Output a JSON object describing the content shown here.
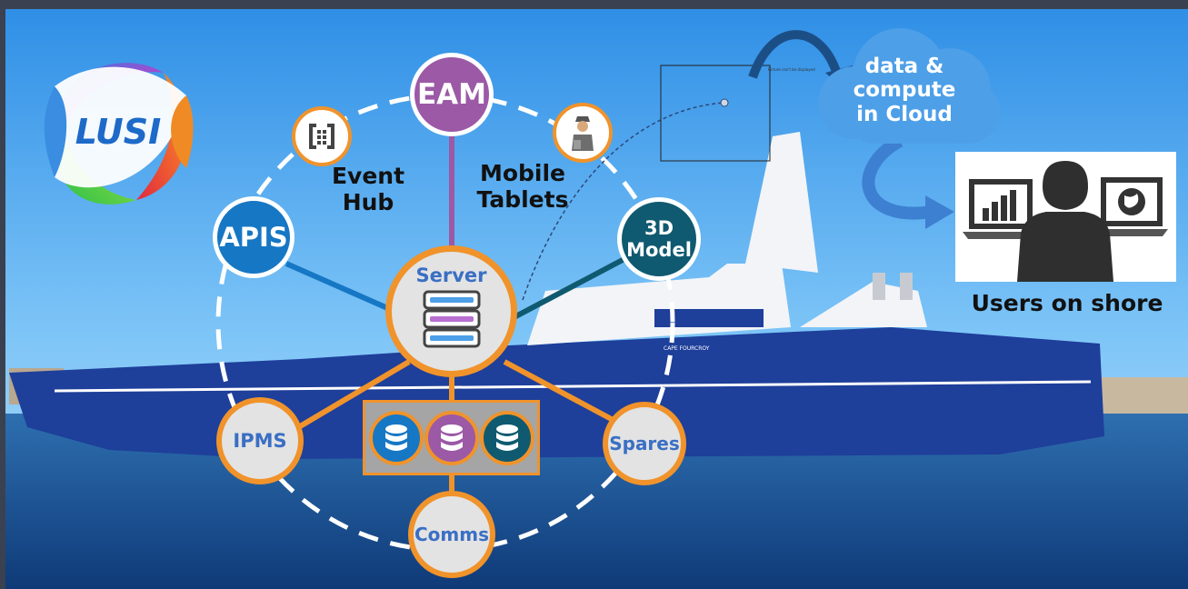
{
  "logo": {
    "text": "LUSI"
  },
  "nodes": {
    "eam": "EAM",
    "apis": "APIS",
    "model": "3D\nModel",
    "server": "Server",
    "ipms": "IPMS",
    "spares": "Spares",
    "comms": "Comms"
  },
  "labels": {
    "event_hub": "Event\nHub",
    "mobile_tablets": "Mobile\nTablets"
  },
  "cloud": {
    "text": "data &\ncompute\nin Cloud"
  },
  "users": {
    "caption": "Users on shore"
  },
  "ship": {
    "name_plate": "CAPE FOURCROY"
  },
  "placeholder": {
    "text": "Picture can't be displayed"
  },
  "colors": {
    "eam": "#9b59a6",
    "apis": "#1677c4",
    "model": "#0f5a70",
    "orange": "#f0932b",
    "server_bg": "#e3e3e3",
    "hull": "#1e3f9a",
    "cloud": "#4d9fe8",
    "node_text": "#3a6fc4"
  },
  "icons": {
    "event_hub": "event-hub-icon",
    "mobile": "technician-tablet-icon",
    "server": "server-stack-icon",
    "database": "database-icon",
    "monitor": "monitor-icon",
    "globe": "globe-icon"
  }
}
